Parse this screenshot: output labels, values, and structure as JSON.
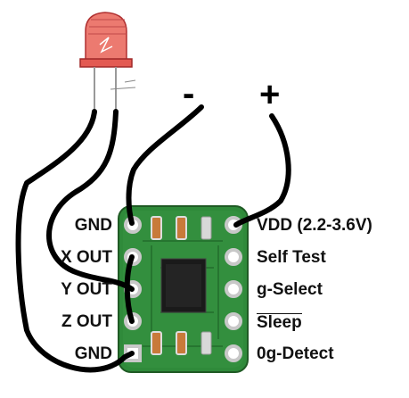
{
  "polarity": {
    "minus": "-",
    "plus": "+"
  },
  "left_pins": [
    "GND",
    "X OUT",
    "Y OUT",
    "Z OUT",
    "GND"
  ],
  "right_pins": [
    "VDD (2.2-3.6V)",
    "Self Test",
    "g-Select",
    "Sleep",
    "0g-Detect"
  ],
  "colors": {
    "board": "#2f8a3a",
    "board_dark": "#1f6a2a",
    "led_body": "#e85a52",
    "wire": "#000000",
    "chip": "#1a1a1a",
    "pad": "#c8c8c8",
    "component": "#c87a3a"
  }
}
